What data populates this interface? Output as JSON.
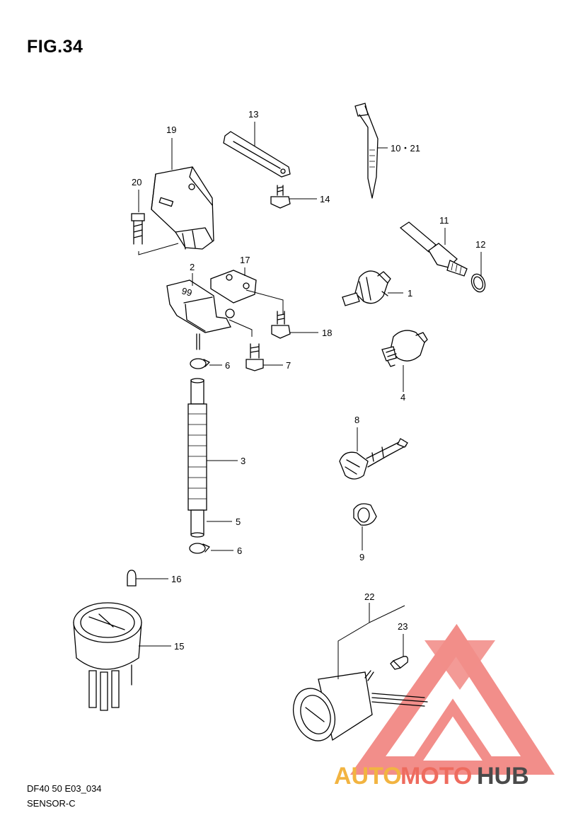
{
  "figure": {
    "title": "FIG.34"
  },
  "footer": {
    "code": "DF40 50 E03_034",
    "name": "SENSOR-C"
  },
  "watermark": {
    "part1": "AUTO",
    "part2": "MOTO",
    "part3": "HUB",
    "colors": {
      "auto": "#f2b441",
      "moto": "#ee6b5e",
      "hub": "#4a4a4a",
      "triangle": "#f07b76"
    }
  },
  "callouts": {
    "c1": "1",
    "c2": "2",
    "c3": "3",
    "c4": "4",
    "c5": "5",
    "c6a": "6",
    "c6b": "6",
    "c7": "7",
    "c8": "8",
    "c9": "9",
    "c10_21": "10・21",
    "c11": "11",
    "c12": "12",
    "c13": "13",
    "c14": "14",
    "c15": "15",
    "c16": "16",
    "c17": "17",
    "c18": "18",
    "c19": "19",
    "c20": "20",
    "c22": "22",
    "c23": "23"
  }
}
